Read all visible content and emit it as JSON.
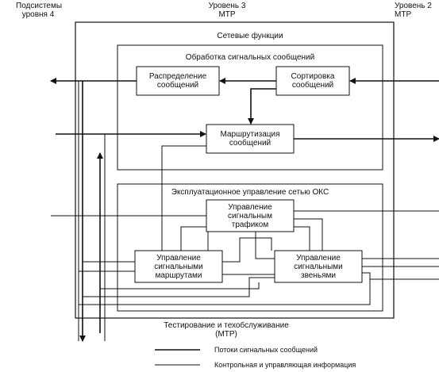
{
  "header": {
    "left": "Подсистемы\nуровня 4",
    "center": "Уровень 3\nМТР",
    "right": "Уровень 2\nМТР"
  },
  "network_functions": {
    "title": "Сетевые функции",
    "signal_processing": {
      "title": "Обработка сигнальных сообщений",
      "distribution": "Распределение\nсообщений",
      "sorting": "Сортировка\nсообщений",
      "routing": "Маршрутизация\nсообщений"
    }
  },
  "ocs_management": {
    "title": "Эксплуатационное управление сетью ОКС",
    "traffic": "Управление\nсигнальным\nтрафиком",
    "routes": "Управление\nсигнальными\nмаршрутами",
    "links": "Управление\nсигнальными\nзвеньями"
  },
  "footer": {
    "testing": "Тестирование и техобслуживание\n(МТР)"
  },
  "legend": {
    "signal_flow": "Потоки сигнальных сообщений",
    "control_info": "Контрольная и управляющая информация"
  },
  "colors": {
    "line": "#111111",
    "background": "#ffffff"
  }
}
